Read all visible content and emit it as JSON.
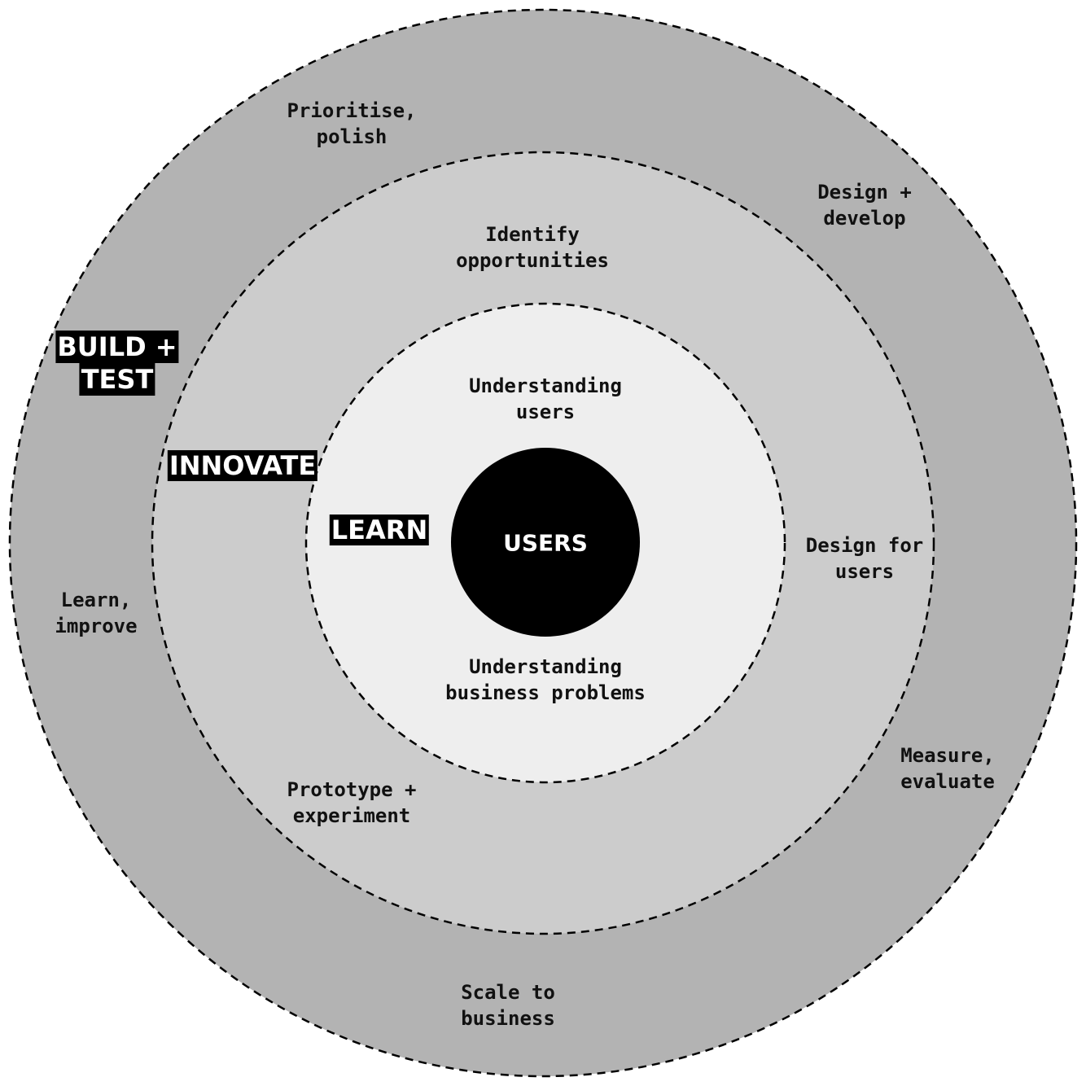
{
  "colors": {
    "outer_ring": "#b3b3b3",
    "middle_ring": "#cccccc",
    "inner_ring": "#eeeeee",
    "core": "#000000",
    "stroke": "#000000"
  },
  "core": {
    "label": "USERS"
  },
  "stages": {
    "build_test": {
      "line1": "BUILD +",
      "line2": "TEST"
    },
    "innovate": {
      "label": "INNOVATE"
    },
    "learn": {
      "label": "LEARN"
    }
  },
  "outer_labels": {
    "prioritise": {
      "line1": "Prioritise,",
      "line2": "polish"
    },
    "design_develop": {
      "line1": "Design +",
      "line2": "develop"
    },
    "learn_improve": {
      "line1": "Learn,",
      "line2": "improve"
    },
    "measure": {
      "line1": "Measure,",
      "line2": "evaluate"
    },
    "scale": {
      "line1": "Scale to",
      "line2": "business"
    }
  },
  "middle_labels": {
    "identify": {
      "line1": "Identify",
      "line2": "opportunities"
    },
    "design_users": {
      "line1": "Design for",
      "line2": "users"
    },
    "prototype": {
      "line1": "Prototype +",
      "line2": "experiment"
    }
  },
  "inner_labels": {
    "understanding_users": {
      "line1": "Understanding",
      "line2": "users"
    },
    "understanding_business": {
      "line1": "Understanding",
      "line2": "business problems"
    }
  }
}
